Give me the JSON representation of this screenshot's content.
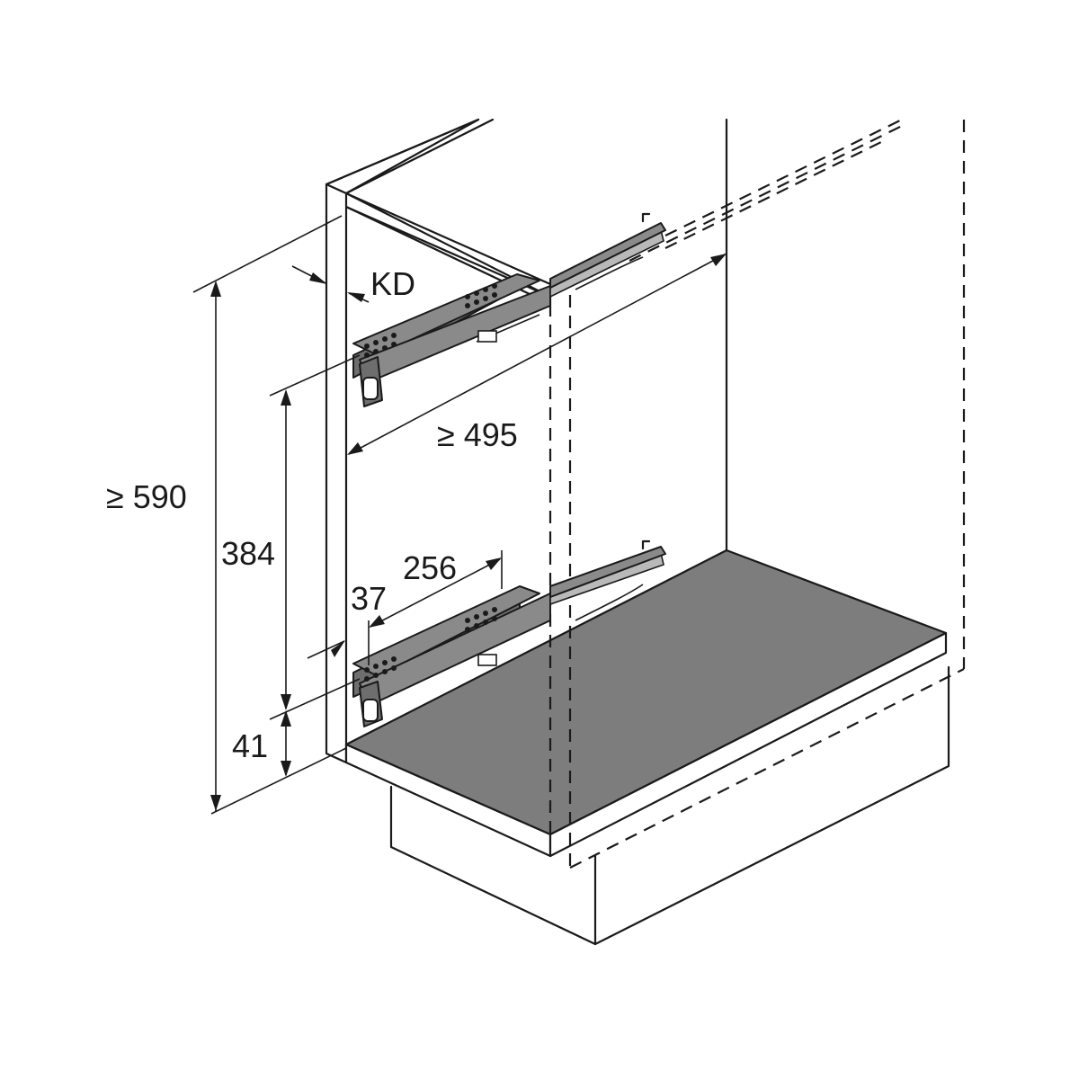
{
  "dimensions": {
    "kd": "KD",
    "depth": "≥ 495",
    "height": "≥ 590",
    "rail_spacing": "384",
    "bottom_offset": "41",
    "front_offset": "37",
    "hole_spacing": "256"
  },
  "colors": {
    "line": "#1a1a1a",
    "floor_fill": "#7d7d7d",
    "rail_fill": "#8a8a8a"
  }
}
